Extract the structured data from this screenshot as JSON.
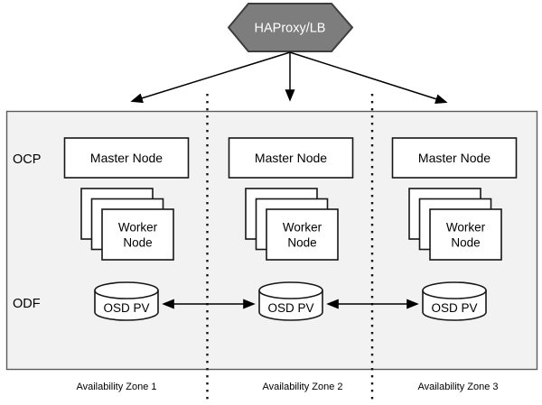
{
  "diagram": {
    "load_balancer": {
      "label": "HAProxy/LB"
    },
    "row_labels": {
      "ocp": "OCP",
      "odf": "ODF"
    },
    "zones": [
      {
        "name": "Availability Zone 1",
        "master_label": "Master Node",
        "worker_lines": [
          "Worker",
          "Node"
        ],
        "storage_label": "OSD PV"
      },
      {
        "name": "Availability Zone 2",
        "master_label": "Master Node",
        "worker_lines": [
          "Worker",
          "Node"
        ],
        "storage_label": "OSD PV"
      },
      {
        "name": "Availability Zone 3",
        "master_label": "Master Node",
        "worker_lines": [
          "Worker",
          "Node"
        ],
        "storage_label": "OSD PV"
      }
    ],
    "colors": {
      "hexagon_fill": "#7d7d7d",
      "hexagon_stroke": "#3d3d3d",
      "hexagon_text": "#ffffff",
      "cluster_fill": "#f2f2f2",
      "cluster_stroke": "#5c5c5c",
      "node_fill": "#ffffff",
      "node_stroke": "#161616",
      "line_color": "#000000"
    }
  }
}
